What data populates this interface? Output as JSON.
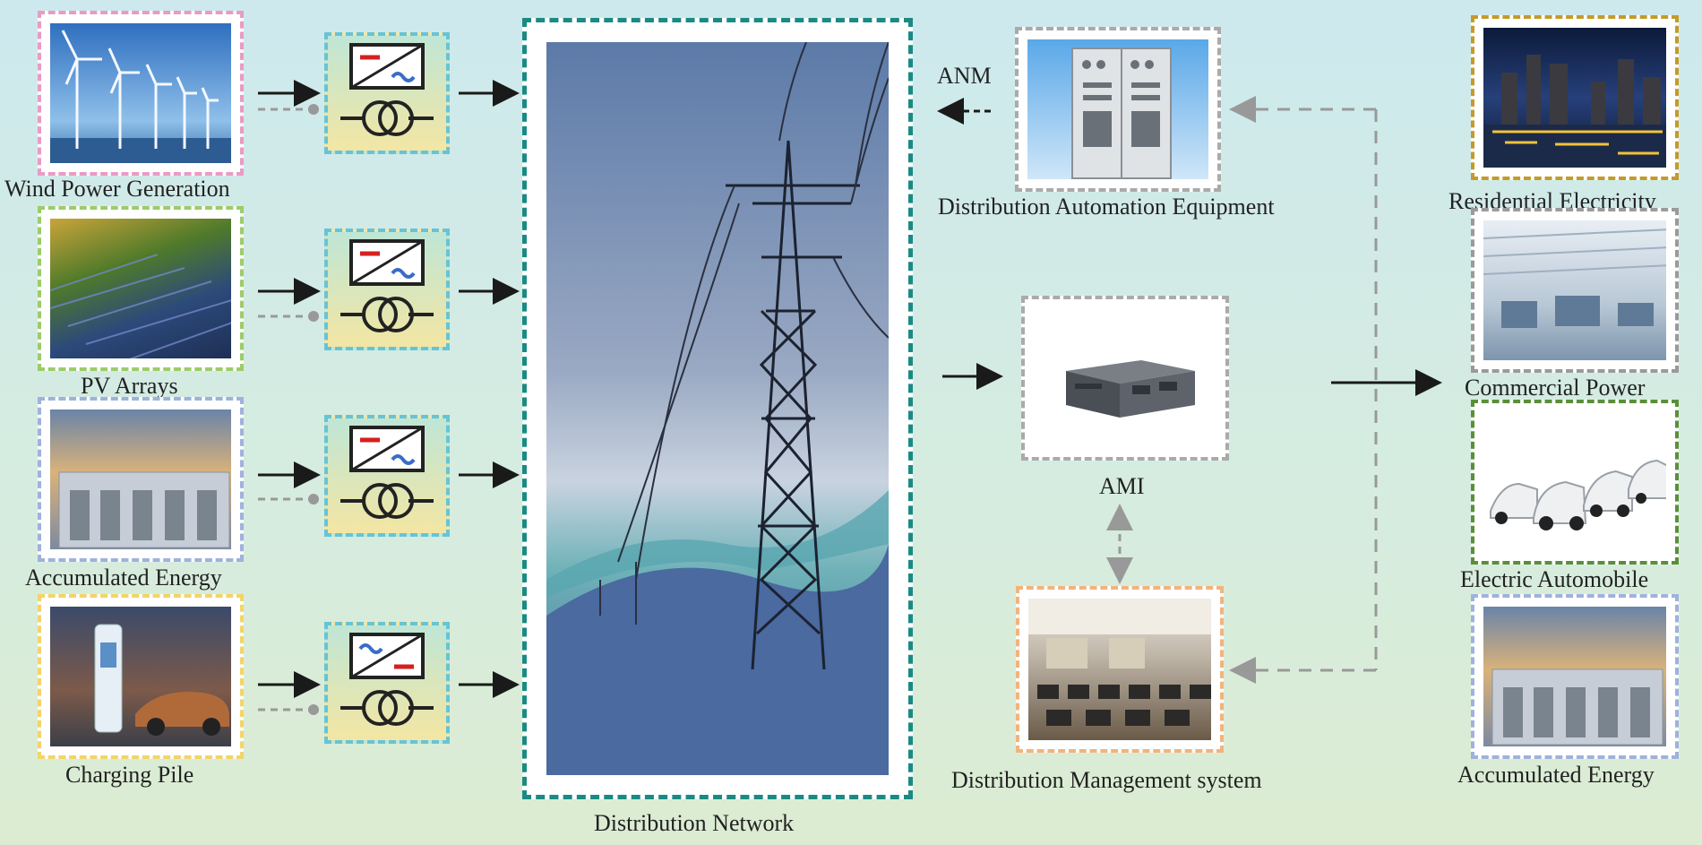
{
  "sources": [
    {
      "label": "Wind Power Generation",
      "icon": "wind-turbines"
    },
    {
      "label": "PV Arrays",
      "icon": "solar-panels"
    },
    {
      "label": "Accumulated Energy",
      "icon": "battery-container"
    },
    {
      "label": "Charging Pile",
      "icon": "ev-charger"
    }
  ],
  "center": {
    "label": "Distribution Network",
    "icon": "transmission-tower"
  },
  "middle": {
    "anm_label": "ANM",
    "automation_label": "Distribution Automation Equipment",
    "ami_label": "AMI",
    "dms_label": "Distribution Management system"
  },
  "loads": [
    {
      "label": "Residential Electricity",
      "icon": "city-skyline"
    },
    {
      "label": "Commercial Power",
      "icon": "factory-interior"
    },
    {
      "label": "Electric Automobile",
      "icon": "electric-cars"
    },
    {
      "label": "Accumulated Energy",
      "icon": "battery-container"
    }
  ],
  "colors": {
    "wind_border": "#e99bc4",
    "pv_border": "#9ccc6a",
    "storage_border": "#9fb2dc",
    "charger_border": "#f2d46a",
    "network_border": "#1a8a84",
    "converter_border": "#66c4d6",
    "automation_border": "#aaaaaa",
    "ami_border": "#aaaaaa",
    "dms_border": "#f2b37e",
    "residential_border": "#c49a2a",
    "commercial_border": "#9a9a9a",
    "auto_border": "#5a8f3a",
    "storage_load_border": "#9fb2dc",
    "arrow_solid": "#1a1a1a",
    "arrow_dashed": "#999999"
  }
}
